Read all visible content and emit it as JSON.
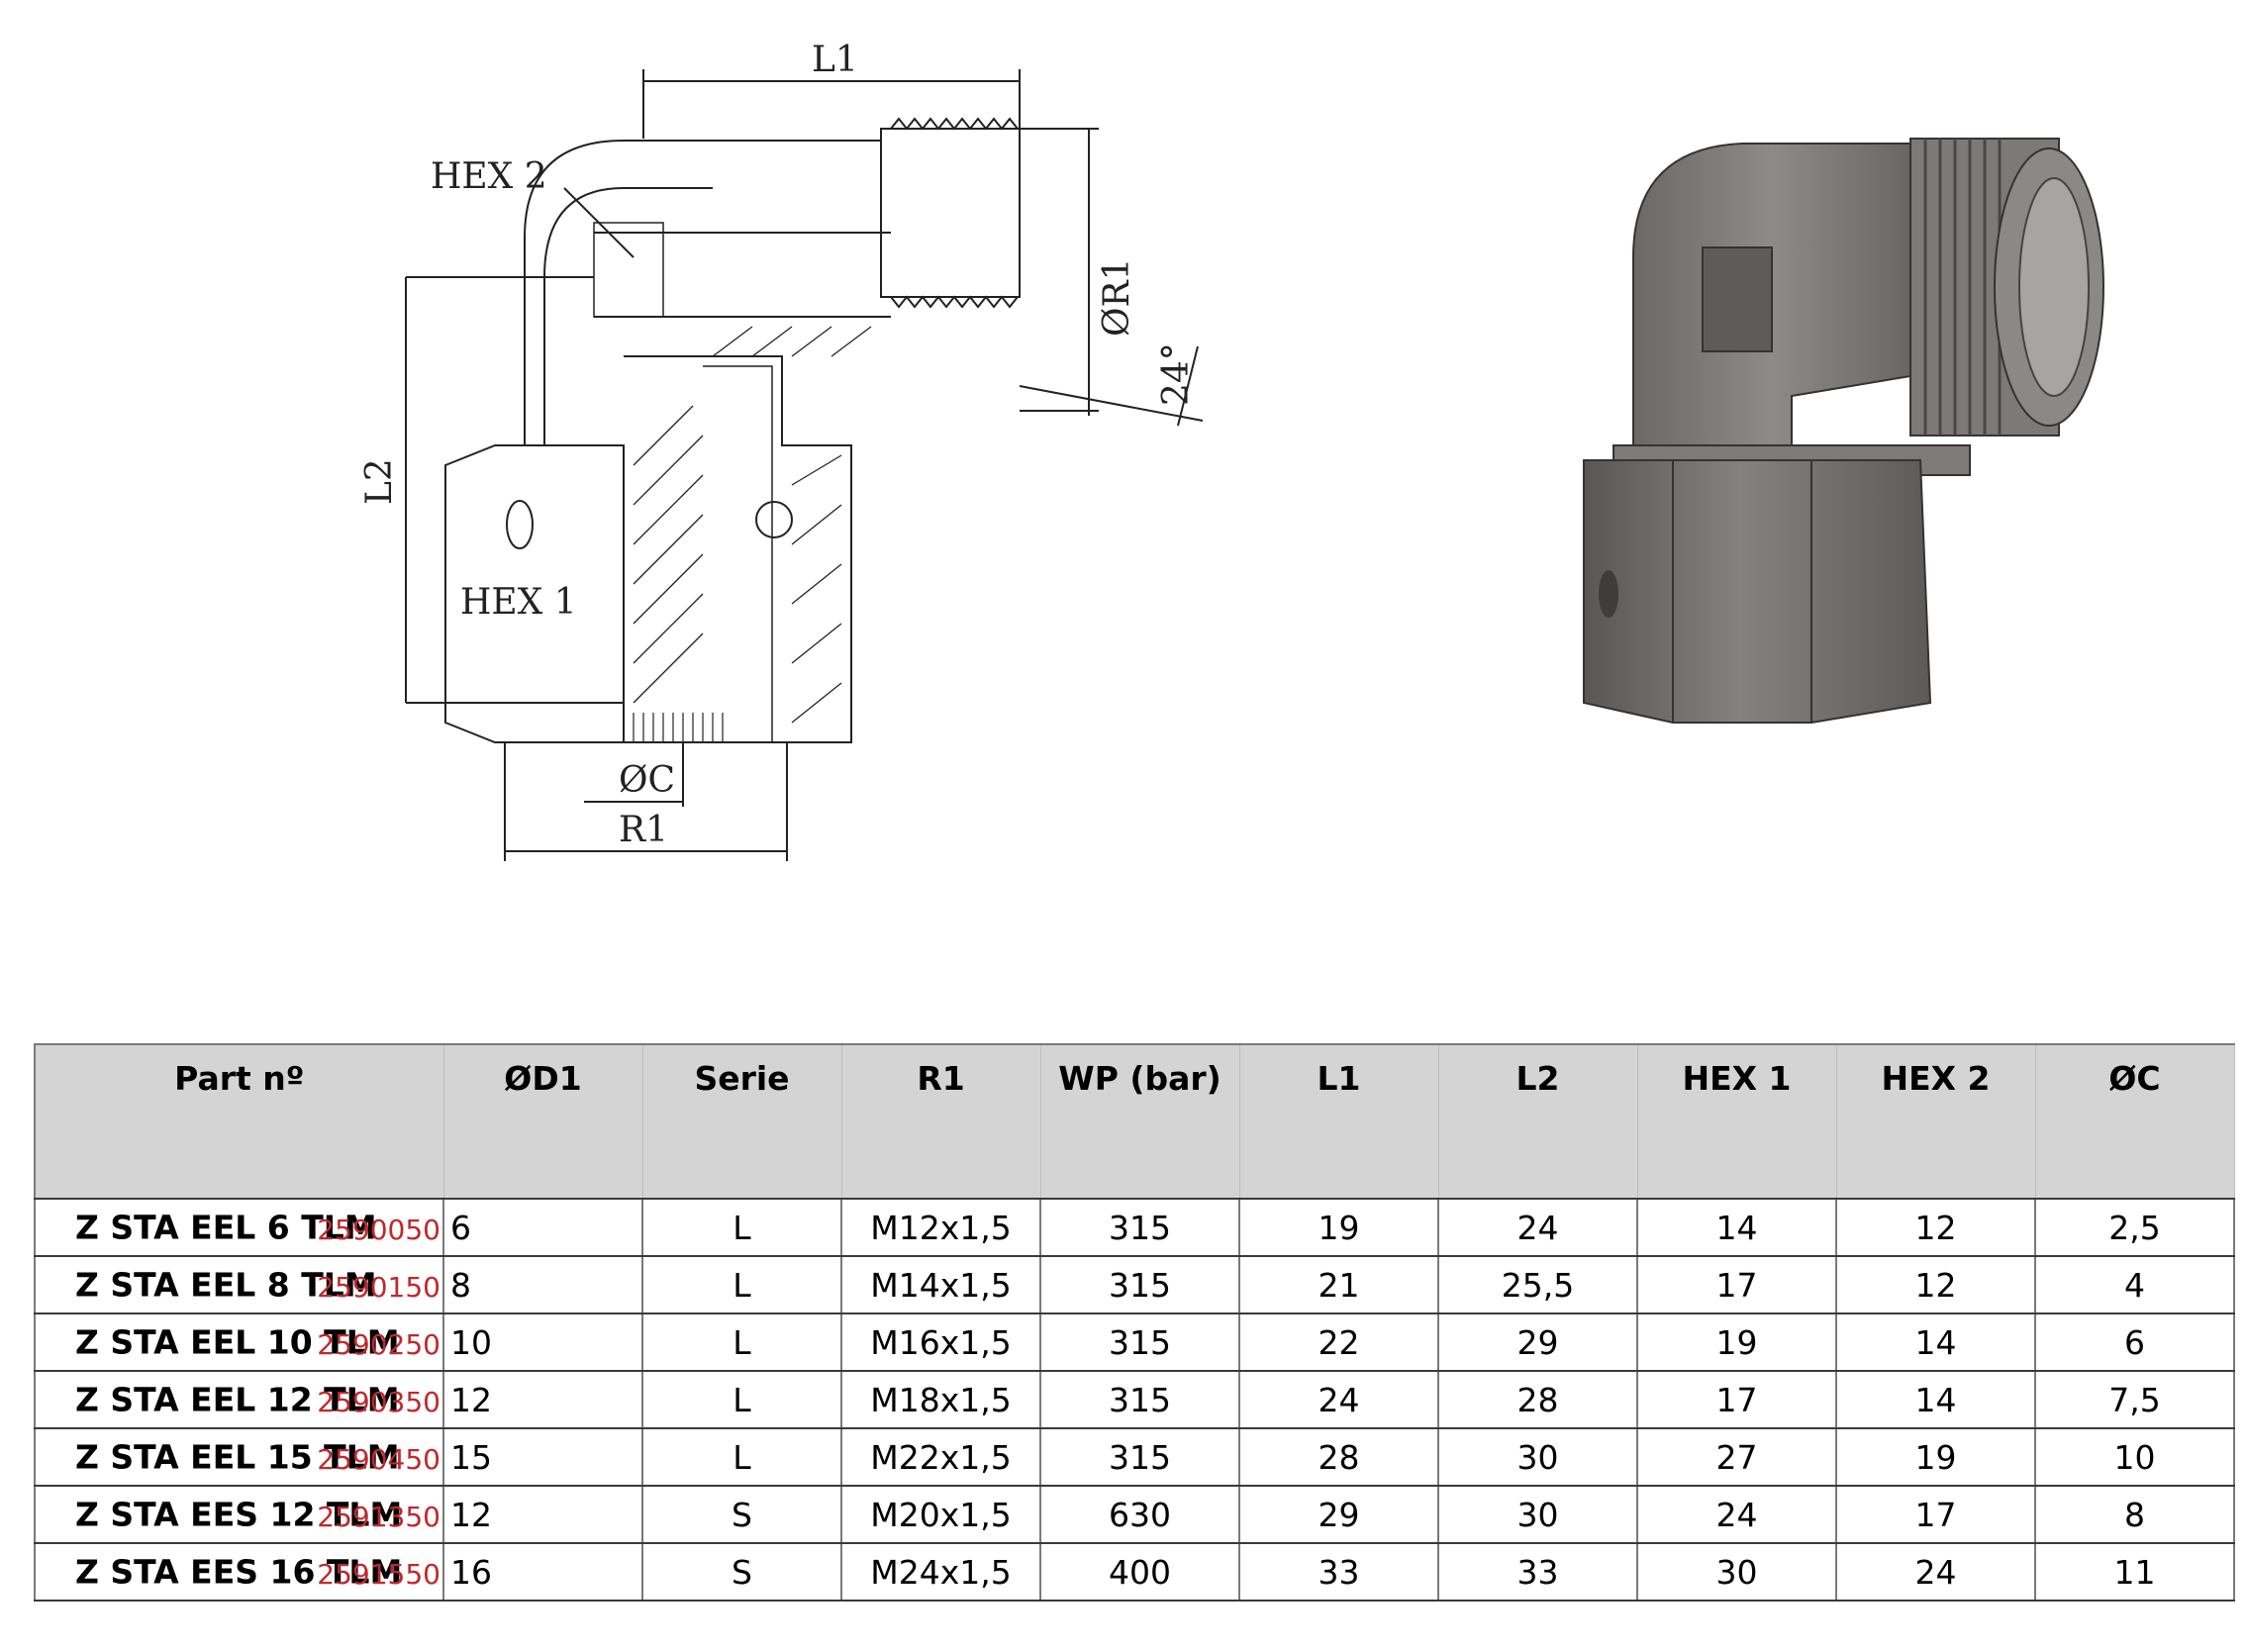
{
  "drawing": {
    "labels": {
      "l1": "L1",
      "hex2": "HEX 2",
      "r1_dia": "ØR1",
      "angle": "24°",
      "l2": "L2",
      "hex1": "HEX 1",
      "c_dia": "ØC",
      "r1": "R1"
    }
  },
  "table": {
    "headers": [
      "Part nº",
      "ØD1",
      "Serie",
      "R1",
      "WP (bar)",
      "L1",
      "L2",
      "HEX 1",
      "HEX 2",
      "ØC"
    ],
    "rows": [
      {
        "part": "Z STA EEL 6 TLM",
        "code": "2590050",
        "d1": "6",
        "serie": "L",
        "r1": "M12x1,5",
        "wp": "315",
        "l1": "19",
        "l2": "24",
        "hex1": "14",
        "hex2": "12",
        "c": "2,5"
      },
      {
        "part": "Z STA EEL 8 TLM",
        "code": "2590150",
        "d1": "8",
        "serie": "L",
        "r1": "M14x1,5",
        "wp": "315",
        "l1": "21",
        "l2": "25,5",
        "hex1": "17",
        "hex2": "12",
        "c": "4"
      },
      {
        "part": "Z STA EEL 10 TLM",
        "code": "2590250",
        "d1": "10",
        "serie": "L",
        "r1": "M16x1,5",
        "wp": "315",
        "l1": "22",
        "l2": "29",
        "hex1": "19",
        "hex2": "14",
        "c": "6"
      },
      {
        "part": "Z STA EEL 12 TLM",
        "code": "2590350",
        "d1": "12",
        "serie": "L",
        "r1": "M18x1,5",
        "wp": "315",
        "l1": "24",
        "l2": "28",
        "hex1": "17",
        "hex2": "14",
        "c": "7,5"
      },
      {
        "part": "Z STA EEL 15 TLM",
        "code": "2590450",
        "d1": "15",
        "serie": "L",
        "r1": "M22x1,5",
        "wp": "315",
        "l1": "28",
        "l2": "30",
        "hex1": "27",
        "hex2": "19",
        "c": "10"
      },
      {
        "part": "Z STA EES 12 TLM",
        "code": "2591350",
        "d1": "12",
        "serie": "S",
        "r1": "M20x1,5",
        "wp": "630",
        "l1": "29",
        "l2": "30",
        "hex1": "24",
        "hex2": "17",
        "c": "8"
      },
      {
        "part": "Z STA EES 16 TLM",
        "code": "2591550",
        "d1": "16",
        "serie": "S",
        "r1": "M24x1,5",
        "wp": "400",
        "l1": "33",
        "l2": "33",
        "hex1": "30",
        "hex2": "24",
        "c": "11"
      }
    ]
  }
}
